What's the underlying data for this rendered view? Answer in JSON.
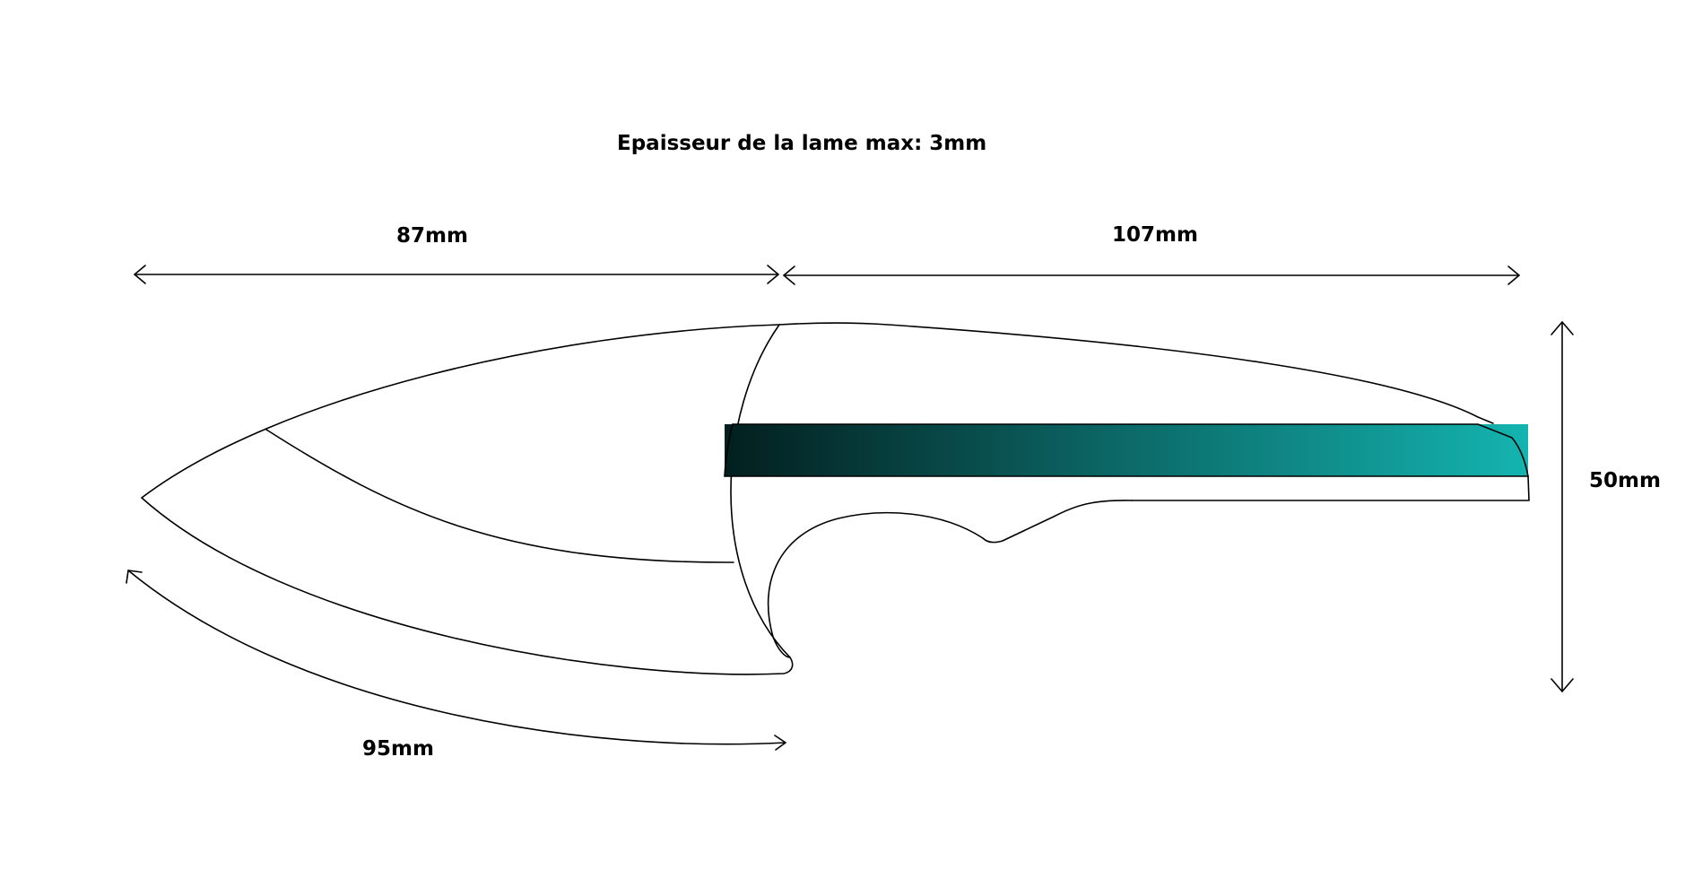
{
  "title": "Epaisseur de la lame max: 3mm",
  "dimensions": {
    "blade_length": "87mm",
    "handle_length": "107mm",
    "height": "50mm",
    "edge_length": "95mm"
  },
  "colors": {
    "outline": "#000000",
    "background": "#ffffff",
    "handle_scale_dark": "#031f1f",
    "handle_scale_light": "#14b4b0"
  }
}
